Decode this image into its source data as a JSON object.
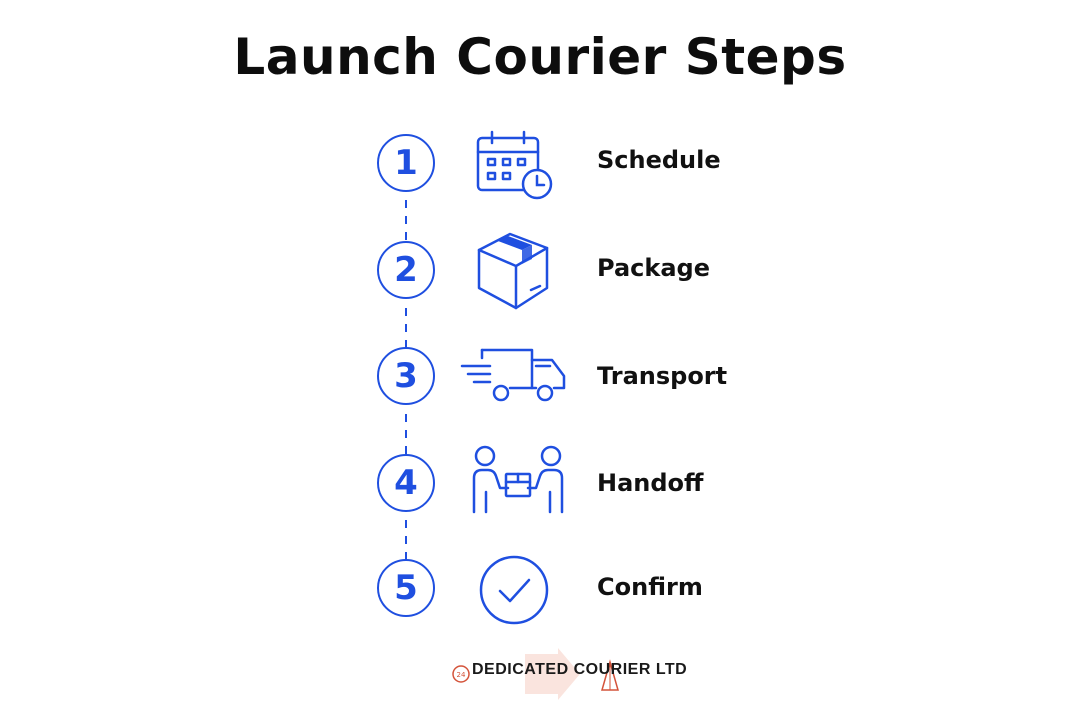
{
  "title": "Launch Courier Steps",
  "accent_color": "#1f4fe0",
  "steps": [
    {
      "number": "1",
      "label": "Schedule",
      "icon": "calendar-clock-icon"
    },
    {
      "number": "2",
      "label": "Package",
      "icon": "box-icon"
    },
    {
      "number": "3",
      "label": "Transport",
      "icon": "delivery-truck-icon"
    },
    {
      "number": "4",
      "label": "Handoff",
      "icon": "handoff-icon"
    },
    {
      "number": "5",
      "label": "Confirm",
      "icon": "checkmark-circle-icon"
    }
  ],
  "logo": {
    "text": "DEDICATED COURIER LTD",
    "badge": "24"
  }
}
